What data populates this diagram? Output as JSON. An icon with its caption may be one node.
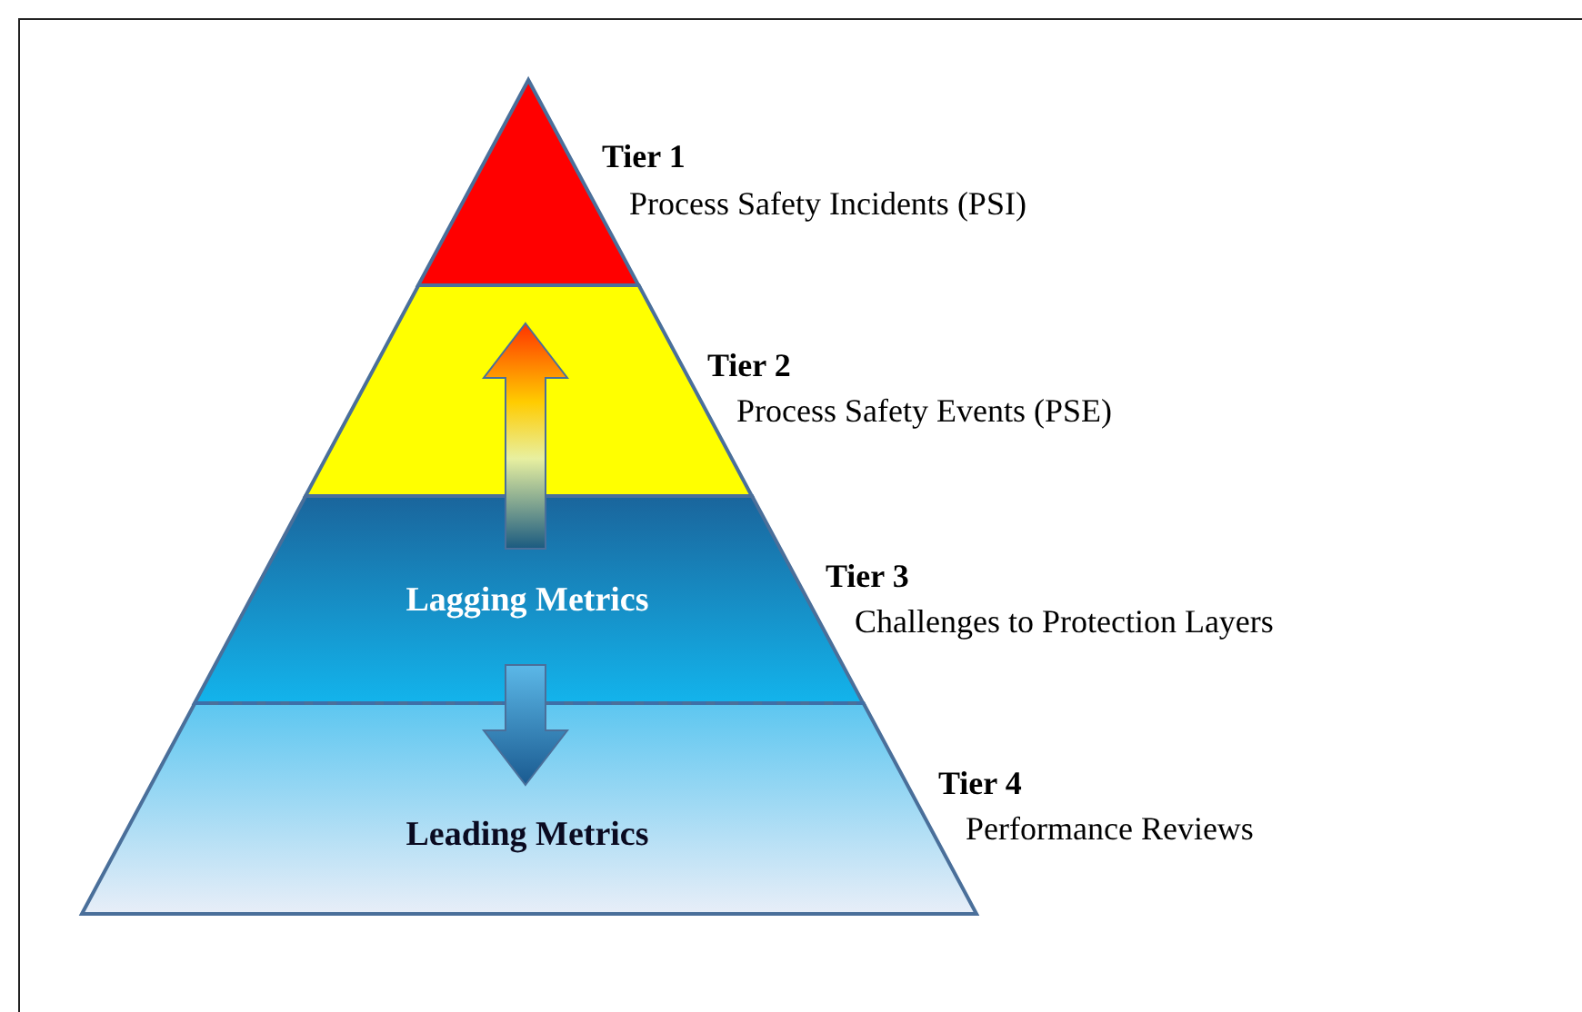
{
  "diagram": {
    "nodes": [
      {
        "text": [
          "Tier 1",
          "Process Safety Incidents (PSI)"
        ]
      },
      {
        "text": [
          "Tier 2",
          "Process Safety Events (PSE)"
        ]
      },
      {
        "text": [
          "Tier 3",
          "Challenges to Protection Layers"
        ]
      },
      {
        "text": [
          "Tier 4",
          "Performance Reviews"
        ]
      }
    ],
    "edges": [
      {
        "from": 2,
        "to": 1,
        "arrow": "to"
      },
      {
        "from": 2,
        "to": 3,
        "arrow": "to"
      }
    ],
    "labels": [
      "Lagging Metrics",
      "Leading Metrics"
    ]
  }
}
